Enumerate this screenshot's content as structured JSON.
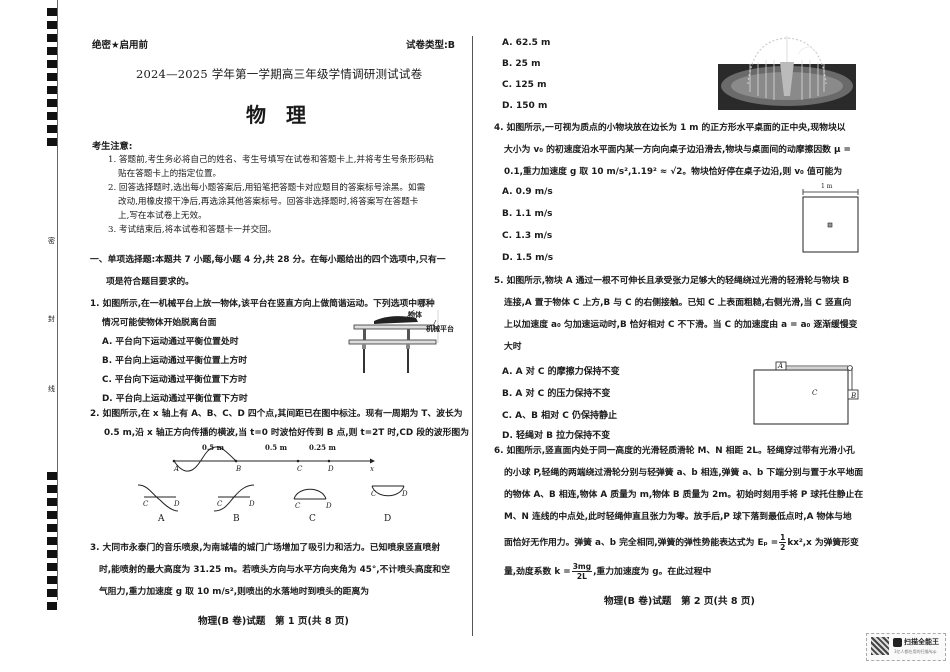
{
  "binding": {
    "side_labels": [
      "密",
      "封",
      "线"
    ]
  },
  "page1": {
    "confidential": "绝密★启用前",
    "paper_type": "试卷类型:B",
    "title": "2024—2025 学年第一学期高三年级学情调研测试试卷",
    "subject": "物理",
    "notice_heading": "考生注意:",
    "notices": [
      "1. 答题前,考生务必将自己的姓名、考生号填写在试卷和答题卡上,并将考生号条形码粘",
      "贴在答题卡上的指定位置。",
      "2. 回答选择题时,选出每小题答案后,用铅笔把答题卡对应题目的答案标号涂黑。如需",
      "改动,用橡皮擦干净后,再选涂其他答案标号。回答非选择题时,将答案写在答题卡",
      "上,写在本试卷上无效。",
      "3. 考试结束后,将本试卷和答题卡一并交回。"
    ],
    "section_heading_1": "一、单项选择题:本题共 7 小题,每小题 4 分,共 28 分。在每小题给出的四个选项中,只有一",
    "section_heading_2": "项是符合题目要求的。",
    "q1": {
      "stem_1": "1. 如图所示,在一机械平台上放一物体,该平台在竖直方向上做简谐运动。下列选项中哪种",
      "stem_2": "情况可能使物体开始脱离台面",
      "options": [
        "A. 平台向下运动通过平衡位置处时",
        "B. 平台向上运动通过平衡位置上方时",
        "C. 平台向下运动通过平衡位置下方时",
        "D. 平台向上运动通过平衡位置下方时"
      ],
      "figure_labels": {
        "object": "物体",
        "platform": "机械平台"
      }
    },
    "q2": {
      "stem_1": "2. 如图所示,在 x 轴上有 A、B、C、D 四个点,其间距已在图中标注。现有一周期为 T、波长为",
      "stem_2": "0.5 m,沿 x 轴正方向传播的横波,当 t=0 时波恰好传到 B 点,则 t=2T 时,CD 段的波形图为",
      "figure": {
        "distances": [
          "0.5 m",
          "0.5 m",
          "0.25 m"
        ],
        "points": [
          "A",
          "B",
          "C",
          "D",
          "x"
        ],
        "choices": [
          "A",
          "B",
          "C",
          "D"
        ],
        "end_labels": [
          "C",
          "D"
        ]
      }
    },
    "q3": {
      "stem_1": "3. 大同市永泰门的音乐喷泉,为南城墙的城门广场增加了吸引力和活力。已知喷泉竖直喷射",
      "stem_2": "时,能喷射的最大高度为 31.25 m。若喷头方向与水平方向夹角为 45°,不计喷头高度和空",
      "stem_3": "气阻力,重力加速度 g 取 10 m/s²,则喷出的水落地时到喷头的距离为"
    },
    "footer": "物理(B 卷)试题　第 1 页(共 8 页)"
  },
  "page2": {
    "q3_options": [
      "A. 62.5 m",
      "B. 25 m",
      "C. 125 m",
      "D. 150 m"
    ],
    "q4": {
      "stem_1": "4. 如图所示,一可视为质点的小物块放在边长为 1 m 的正方形水平桌面的正中央,现物块以",
      "stem_2": "大小为 v₀ 的初速度沿水平面内某一方向向桌子边沿滑去,物块与桌面间的动摩擦因数 μ =",
      "stem_3": "0.1,重力加速度 g 取 10 m/s²,1.19² ≈ √2。物块恰好停在桌子边沿,则 v₀ 值可能为",
      "options": [
        "A. 0.9 m/s",
        "B. 1.1 m/s",
        "C. 1.3 m/s",
        "D. 1.5 m/s"
      ],
      "figure_label": "1 m"
    },
    "q5": {
      "stem_1": "5. 如图所示,物块 A 通过一根不可伸长且承受张力足够大的轻绳绕过光滑的轻滑轮与物块 B",
      "stem_2": "连接,A 置于物体 C 上方,B 与 C 的右侧接触。已知 C 上表面粗糙,右侧光滑,当 C 竖直向",
      "stem_3": "上以加速度 a₀ 匀加速运动时,B 恰好相对 C 不下滑。当 C 的加速度由 a = a₀ 逐渐缓慢变",
      "stem_4": "大时",
      "options": [
        "A. A 对 C 的摩擦力保持不变",
        "B. A 对 C 的压力保持不变",
        "C. A、B 相对 C 仍保持静止",
        "D. 轻绳对 B 拉力保持不变"
      ],
      "figure_labels": {
        "a": "A",
        "b": "B",
        "c": "C"
      }
    },
    "q6": {
      "stem_1": "6. 如图所示,竖直面内处于同一高度的光滑轻质滑轮 M、N 相距 2L。轻绳穿过带有光滑小孔",
      "stem_2": "的小球 P,轻绳的两端绕过滑轮分别与轻弹簧 a、b 相连,弹簧 a、b 下端分别与置于水平地面",
      "stem_3": "的物体 A、B 相连,物体 A 质量为 m,物体 B 质量为 2m。初始时刻用手将 P 球托住静止在",
      "stem_4": "M、N 连线的中点处,此时轻绳伸直且张力为零。放手后,P 球下落到最低点时,A 物体与地",
      "stem_5a": "面恰好无作用力。弹簧 a、b 完全相同,弹簧的弹性势能表达式为 Eₚ = ",
      "stem_5_frac_num": "1",
      "stem_5_frac_den": "2",
      "stem_5b": "kx²,x 为弹簧形变",
      "stem_6a": "量,劲度系数 k = ",
      "stem_6_frac_num": "3mg",
      "stem_6_frac_den": "2L",
      "stem_6b": ",重力加速度为 g。在此过程中"
    },
    "footer": "物理(B 卷)试题　第 2 页(共 8 页)"
  },
  "watermark": {
    "brand": "扫描全能王",
    "sub": "3亿人都在用的扫描App"
  }
}
